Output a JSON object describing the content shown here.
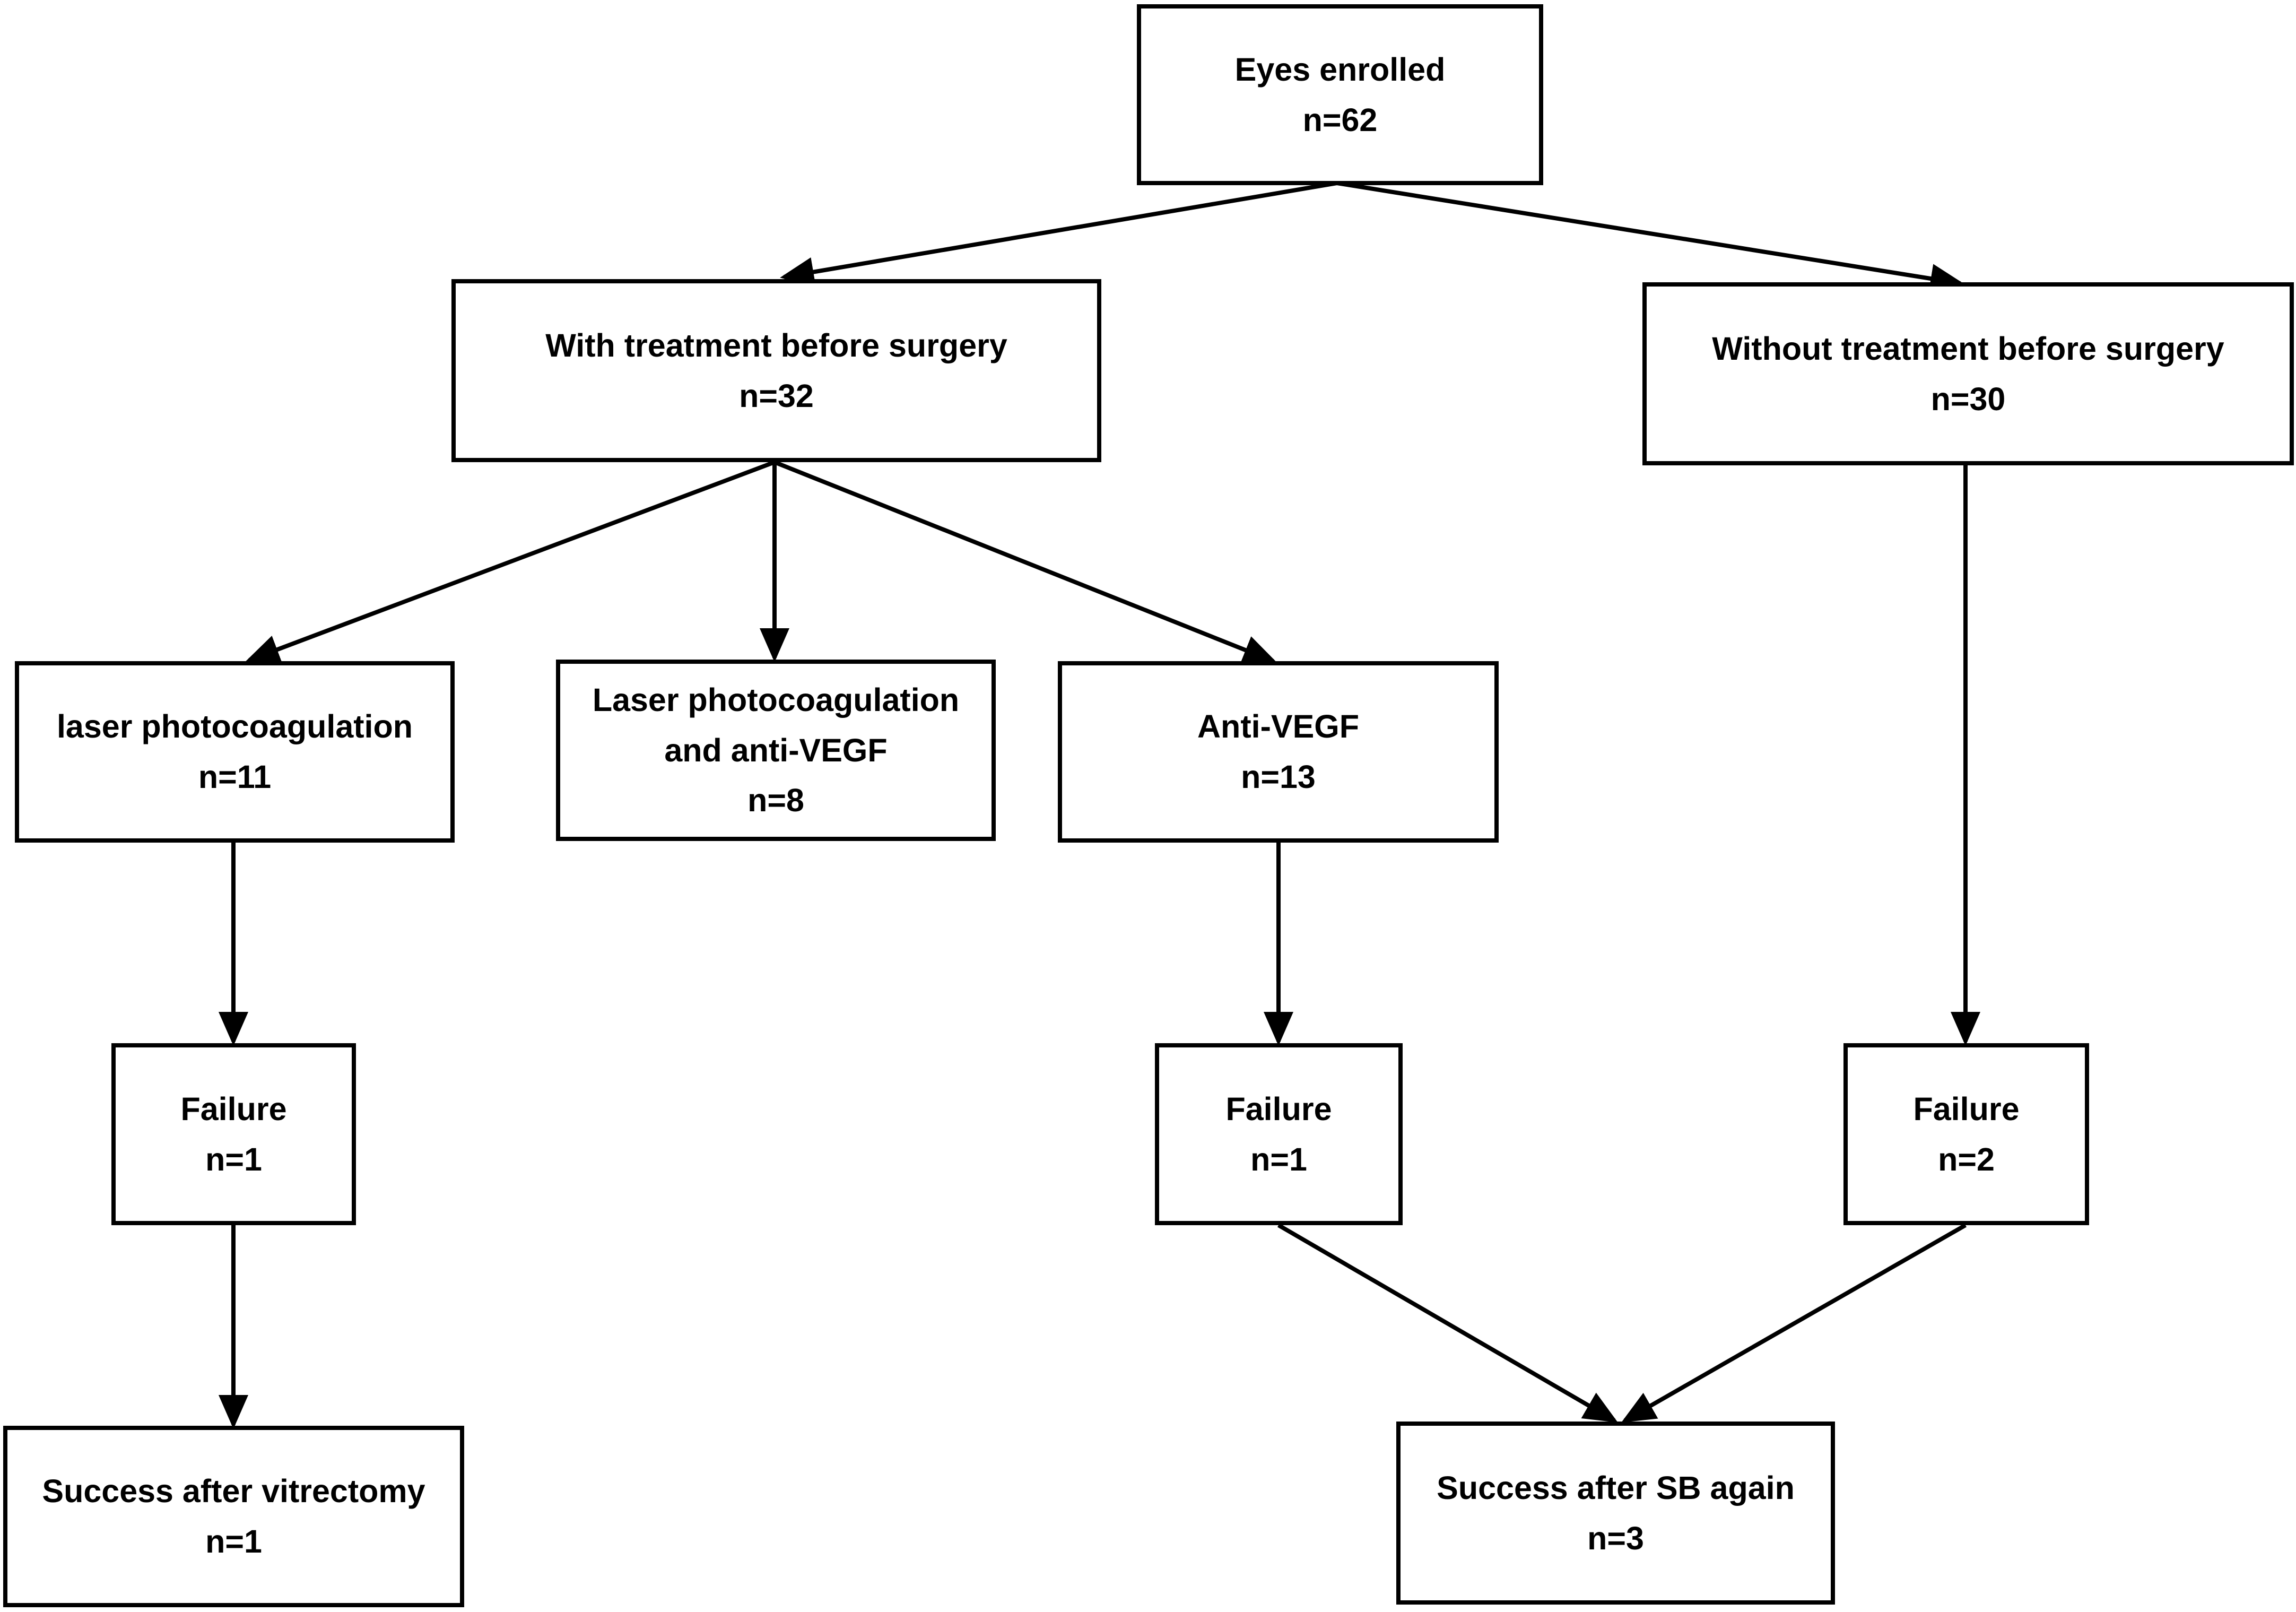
{
  "nodes": {
    "enrolled": {
      "title": "Eyes enrolled",
      "count": "n=62"
    },
    "with_treatment": {
      "title": "With treatment before surgery",
      "count": "n=32"
    },
    "without_treatment": {
      "title": "Without treatment before surgery",
      "count": "n=30"
    },
    "laser": {
      "title": "laser photocoagulation",
      "count": "n=11"
    },
    "laser_antivegf": {
      "title_line1": "Laser photocoagulation",
      "title_line2": "and anti-VEGF",
      "count": "n=8"
    },
    "antivegf": {
      "title": "Anti-VEGF",
      "count": "n=13"
    },
    "failure_laser": {
      "title": "Failure",
      "count": "n=1"
    },
    "failure_antivegf": {
      "title": "Failure",
      "count": "n=1"
    },
    "failure_without": {
      "title": "Failure",
      "count": "n=2"
    },
    "success_vitrectomy": {
      "title": "Success after vitrectomy",
      "count": "n=1"
    },
    "success_sb": {
      "title": "Success after SB again",
      "count": "n=3"
    }
  },
  "colors": {
    "stroke": "#000000",
    "background": "#ffffff"
  }
}
